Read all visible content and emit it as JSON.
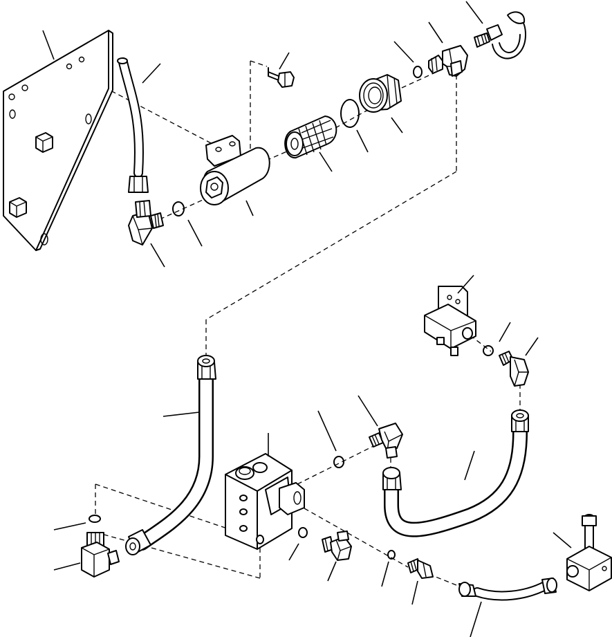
{
  "diagram": {
    "parts": [
      {
        "id": "mounting-plate"
      },
      {
        "id": "upper-hose"
      },
      {
        "id": "bolt"
      },
      {
        "id": "filter-housing"
      },
      {
        "id": "filter-element"
      },
      {
        "id": "o-ring-large"
      },
      {
        "id": "filter-cap"
      },
      {
        "id": "o-ring-small-top"
      },
      {
        "id": "elbow-fitting-top"
      },
      {
        "id": "hose-nipple-fitting"
      },
      {
        "id": "elbow-fitting-left"
      },
      {
        "id": "o-ring-left"
      },
      {
        "id": "mounting-bracket-block"
      },
      {
        "id": "o-ring-bracket"
      },
      {
        "id": "elbow-fitting-bracket"
      },
      {
        "id": "long-hose"
      },
      {
        "id": "valve-block"
      },
      {
        "id": "o-ring-valve-top"
      },
      {
        "id": "elbow-fitting-valve"
      },
      {
        "id": "curved-hose"
      },
      {
        "id": "o-ring-lower-left"
      },
      {
        "id": "elbow-block-lower-left"
      },
      {
        "id": "o-ring-valve-bottom"
      },
      {
        "id": "elbow-fitting-valve-bottom"
      },
      {
        "id": "o-ring-bottom"
      },
      {
        "id": "straight-fitting-bottom"
      },
      {
        "id": "small-hose-bottom"
      },
      {
        "id": "tee-block-right"
      }
    ]
  }
}
